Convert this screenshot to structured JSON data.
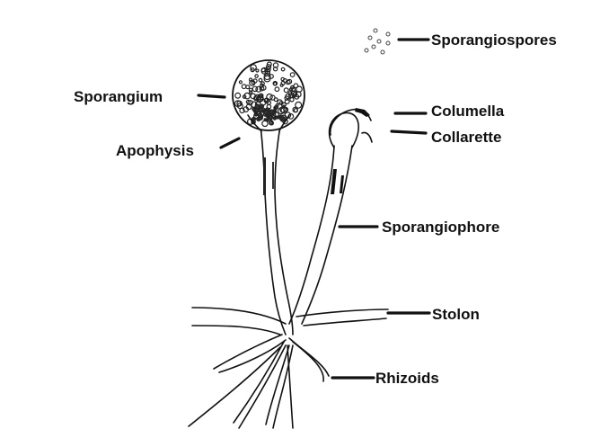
{
  "labels": {
    "sporangiospores": "Sporangiospores",
    "sporangium": "Sporangium",
    "columella": "Columella",
    "collarette": "Collarette",
    "apophysis": "Apophysis",
    "sporangiophore": "Sporangiophore",
    "stolon": "Stolon",
    "rhizoids": "Rhizoids"
  },
  "colors": {
    "line": "#111111",
    "background": "#ffffff"
  }
}
